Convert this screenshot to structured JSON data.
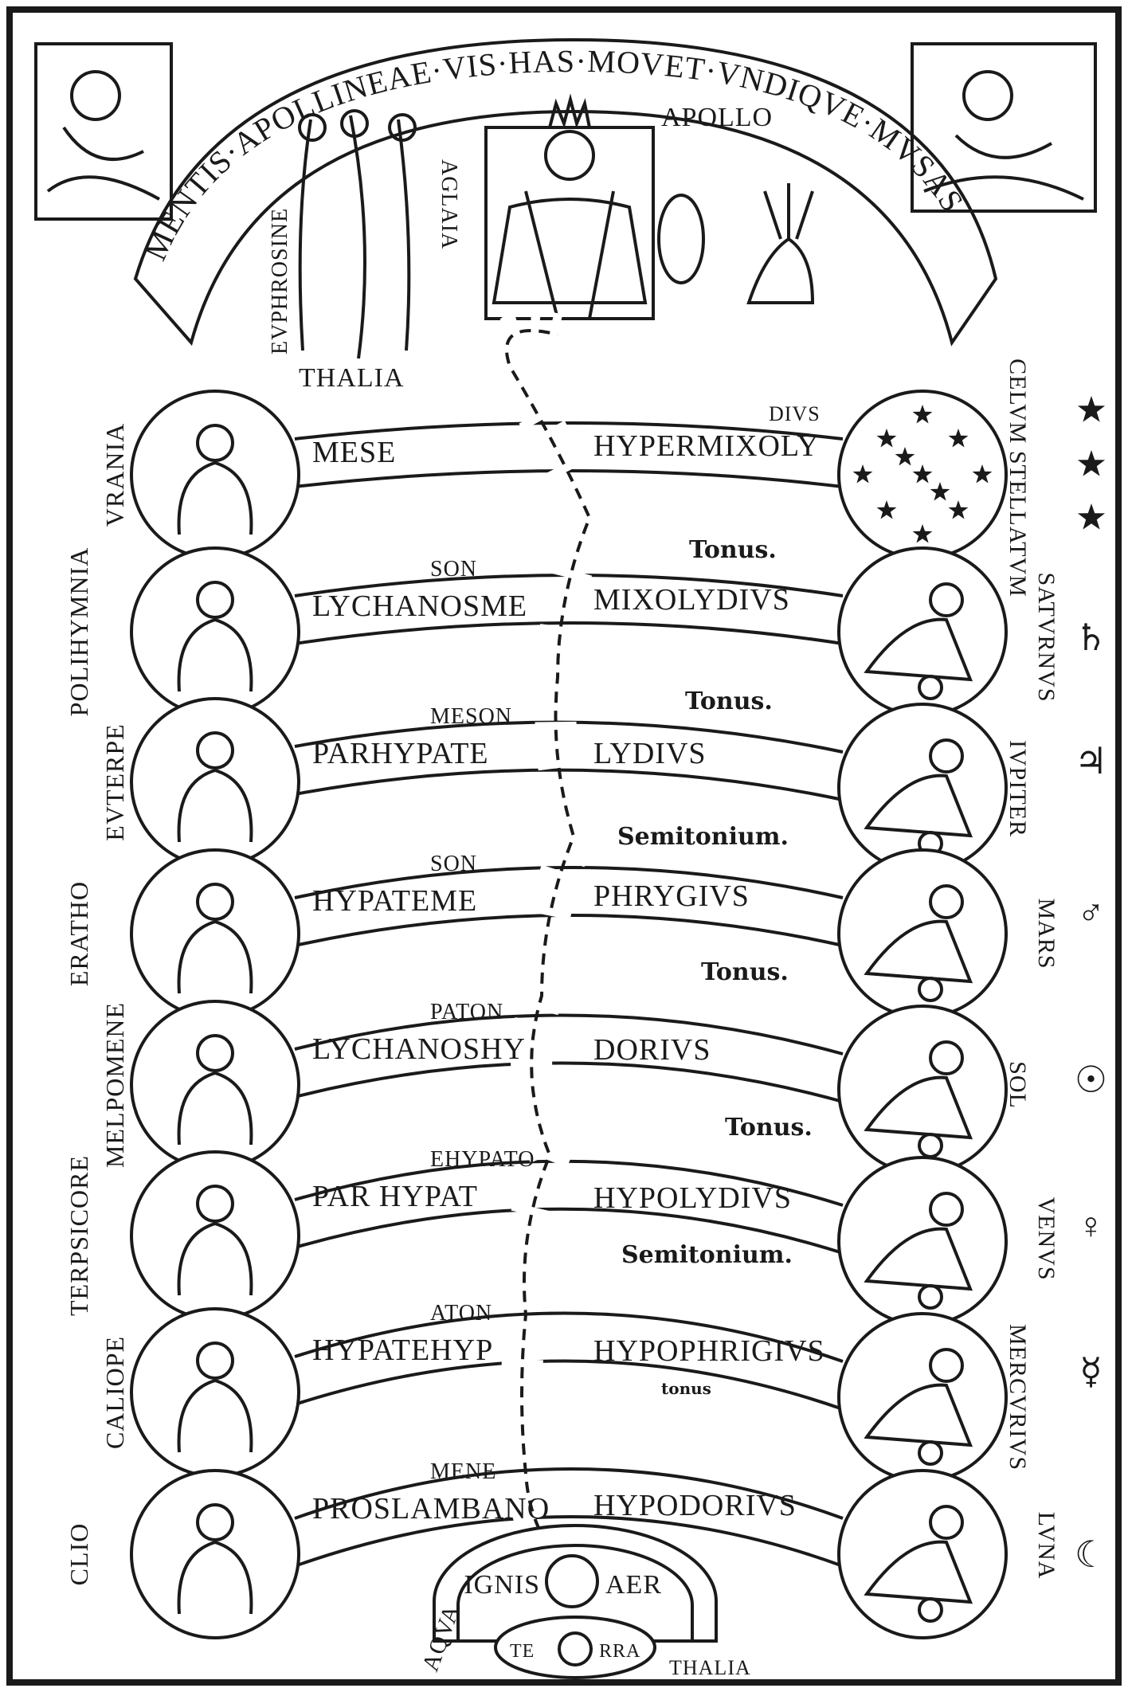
{
  "banner": {
    "motto": "MENTIS·APOLLINEAE·VIS·HAS·MOVET·VNDIQVE·MVSAS"
  },
  "top": {
    "apollo": "APOLLO",
    "graces": [
      "EVPHROSINE",
      "AGLAIA",
      "THALIA"
    ]
  },
  "muses": [
    "VRANIA",
    "POLIHYMNIA",
    "EVTERPE",
    "ERATHO",
    "MELPOMENE",
    "TERPSICORE",
    "CALIOPE",
    "CLIO"
  ],
  "bands": [
    {
      "left": "MESE",
      "left_sub": "",
      "right": "HYPERMIXOLY",
      "right_sub": "DIVS"
    },
    {
      "left": "LYCHANOSME",
      "left_sub": "SON",
      "right": "MIXOLYDIVS",
      "right_sub": ""
    },
    {
      "left": "PARHYPATE",
      "left_sub": "MESON",
      "right": "LYDIVS",
      "right_sub": ""
    },
    {
      "left": "HYPATEME",
      "left_sub": "SON",
      "right": "PHRYGIVS",
      "right_sub": ""
    },
    {
      "left": "LYCHANOSHY",
      "left_sub": "PATON",
      "right": "DORIVS",
      "right_sub": ""
    },
    {
      "left": "PAR HYPAT",
      "left_sub": "EHYPATO",
      "right": "HYPOLYDIVS",
      "right_sub": ""
    },
    {
      "left": "HYPATEHYP",
      "left_sub": "ATON",
      "right": "HYPOPHRIGIVS",
      "right_sub": ""
    },
    {
      "left": "PROSLAMBANO",
      "left_sub": "MENE",
      "right": "HYPODORIVS",
      "right_sub": ""
    }
  ],
  "intervals": [
    "Tonus.",
    "Tonus.",
    "Semitonium.",
    "Tonus.",
    "Tonus.",
    "Semitonium.",
    "tonus"
  ],
  "planets": [
    {
      "name": "CELVM STELLATVM",
      "symbol": "* * *"
    },
    {
      "name": "SATVRNVS",
      "symbol": "♄"
    },
    {
      "name": "IVPITER",
      "symbol": "♃"
    },
    {
      "name": "MARS",
      "symbol": "♂"
    },
    {
      "name": "SOL",
      "symbol": "☉"
    },
    {
      "name": "VENVS",
      "symbol": "♀"
    },
    {
      "name": "MERCVRIVS",
      "symbol": "☿"
    },
    {
      "name": "LVNA",
      "symbol": "☾"
    }
  ],
  "elements": {
    "fire": "IGNIS",
    "air": "AER",
    "water": "AQVA",
    "earth_left": "TE",
    "earth_right": "RRA",
    "bottom_muse": "THALIA"
  },
  "colors": {
    "ink": "#1a1a1a",
    "paper": "#ffffff"
  }
}
